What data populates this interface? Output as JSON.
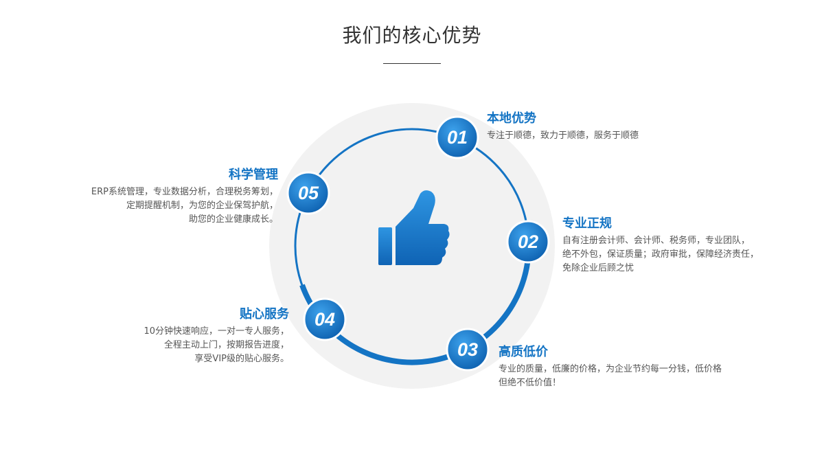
{
  "title": "我们的核心优势",
  "colors": {
    "accent": "#1474c4",
    "ring_bg": "#f2f2f2",
    "text": "#555555"
  },
  "center_icon": "thumbs-up-icon",
  "items": [
    {
      "number": "01",
      "title": "本地优势",
      "lines": [
        "专注于顺德，致力于顺德，服务于顺德"
      ]
    },
    {
      "number": "02",
      "title": "专业正规",
      "lines": [
        "自有注册会计师、会计师、税务师，专业团队，",
        "绝不外包，保证质量；政府审批，保障经济责任，",
        "免除企业后顾之忧"
      ]
    },
    {
      "number": "03",
      "title": "高质低价",
      "lines": [
        "专业的质量，低廉的价格，为企业节约每一分钱，低价格",
        "但绝不低价值！"
      ]
    },
    {
      "number": "04",
      "title": "贴心服务",
      "lines": [
        "10分钟快速响应，一对一专人服务，",
        "全程主动上门，按期报告进度，",
        "享受VIP级的贴心服务。"
      ]
    },
    {
      "number": "05",
      "title": "科学管理",
      "lines": [
        "ERP系统管理，专业数据分析，合理税务筹划，",
        "定期提醒机制，为您的企业保驾护航，",
        "助您的企业健康成长。"
      ]
    }
  ]
}
